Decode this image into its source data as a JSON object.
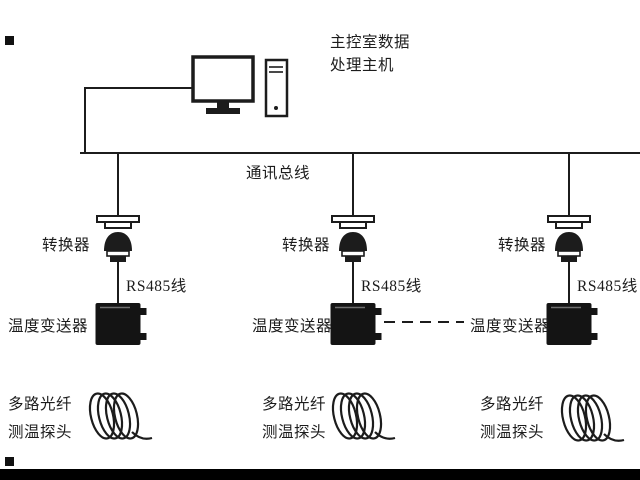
{
  "page": {
    "background": "#ffffff",
    "ink": "#1c1c1c"
  },
  "diagram": {
    "host": {
      "label_line1": "主控室数据",
      "label_line2": "处理主机"
    },
    "bus": {
      "label": "通讯总线"
    },
    "branches": [
      {
        "converter_label": "转换器",
        "cable_label": "RS485线",
        "transmitter_label": "温度变送器",
        "probe_label_line1": "多路光纤",
        "probe_label_line2": "测温探头"
      },
      {
        "converter_label": "转换器",
        "cable_label": "RS485线",
        "transmitter_label": "温度变送器",
        "probe_label_line1": "多路光纤",
        "probe_label_line2": "测温探头"
      },
      {
        "converter_label": "转换器",
        "cable_label": "RS485线",
        "transmitter_label": "温度变送器",
        "probe_label_line1": "多路光纤",
        "probe_label_line2": "测温探头"
      }
    ]
  }
}
